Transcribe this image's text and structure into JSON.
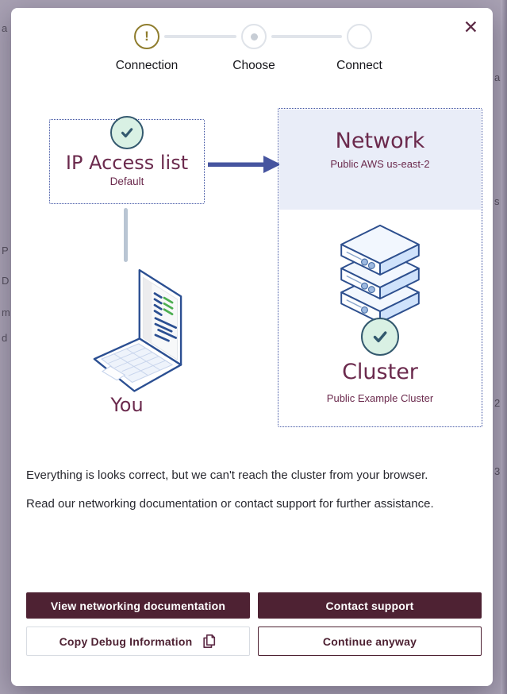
{
  "window": {
    "close_label": "✕"
  },
  "stepper": {
    "steps": [
      {
        "label": "Connection",
        "state": "warning",
        "icon": "!"
      },
      {
        "label": "Choose",
        "state": "active"
      },
      {
        "label": "Connect",
        "state": "upcoming"
      }
    ]
  },
  "diagram": {
    "ip_access_list": {
      "title": "IP Access list",
      "subtitle": "Default"
    },
    "network": {
      "title": "Network",
      "subtitle": "Public AWS us-east-2"
    },
    "cluster": {
      "title": "Cluster",
      "subtitle": "Public Example Cluster"
    },
    "you_label": "You"
  },
  "message": {
    "line1": "Everything is looks correct, but we can't reach the cluster from your browser.",
    "line2": "Read our networking documentation or contact support for further assistance."
  },
  "actions": {
    "view_networking_documentation": "View networking documentation",
    "contact_support": "Contact support",
    "copy_debug_information": "Copy Debug Information",
    "continue_anyway": "Continue anyway"
  },
  "background_fragments": {
    "left": [
      "a",
      "P",
      "D",
      "m",
      "d"
    ],
    "right": [
      "a",
      "s",
      "2",
      "3"
    ]
  },
  "colors": {
    "maroon": "#4e2233",
    "heading": "#6b2a4d",
    "indigo": "#46549f",
    "dotted-border": "#3b4fa0",
    "lavender": "#e9edf8",
    "check-fill": "#d9f1e4",
    "check-stroke": "#33596e",
    "warning-gold": "#8f7d2e",
    "step-gray": "#dfe3e9",
    "backdrop": "#a8a1b3"
  }
}
